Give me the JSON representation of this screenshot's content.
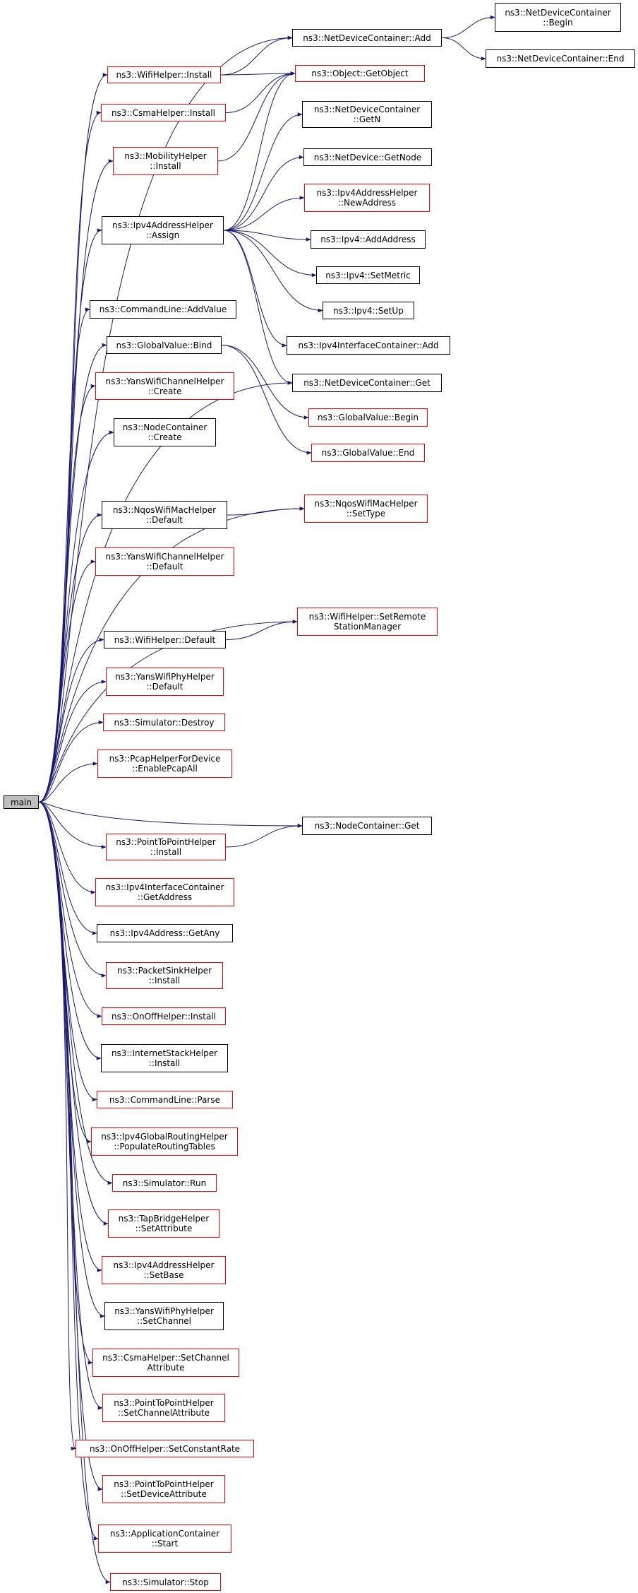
{
  "colors": {
    "edge": "#191970",
    "normal_border": "#000000",
    "error_border": "#ff0000",
    "root_fill": "#bfbfbf"
  },
  "graph": {
    "root": "main",
    "nodes": {
      "main": {
        "label": "main",
        "style": "root"
      },
      "ndc_add": {
        "label": "ns3::NetDeviceContainer::Add",
        "style": "black"
      },
      "ndc_begin": {
        "label": "ns3::NetDeviceContainer\n::Begin",
        "style": "black"
      },
      "ndc_end": {
        "label": "ns3::NetDeviceContainer::End",
        "style": "black"
      },
      "wifi_install": {
        "label": "ns3::WifiHelper::Install",
        "style": "red"
      },
      "object_getobject": {
        "label": "ns3::Object::GetObject",
        "style": "red"
      },
      "csma_install": {
        "label": "ns3::CsmaHelper::Install",
        "style": "red"
      },
      "ndc_getn": {
        "label": "ns3::NetDeviceContainer\n::GetN",
        "style": "black"
      },
      "mobility_install": {
        "label": "ns3::MobilityHelper\n::Install",
        "style": "red"
      },
      "netdevice_getnode": {
        "label": "ns3::NetDevice::GetNode",
        "style": "black"
      },
      "ipv4addr_newaddress": {
        "label": "ns3::Ipv4AddressHelper\n::NewAddress",
        "style": "red"
      },
      "ipv4addr_assign": {
        "label": "ns3::Ipv4AddressHelper\n::Assign",
        "style": "black"
      },
      "ipv4_addaddress": {
        "label": "ns3::Ipv4::AddAddress",
        "style": "black"
      },
      "ipv4_setmetric": {
        "label": "ns3::Ipv4::SetMetric",
        "style": "black"
      },
      "ipv4_setup": {
        "label": "ns3::Ipv4::SetUp",
        "style": "black"
      },
      "cmdline_addvalue": {
        "label": "ns3::CommandLine::AddValue",
        "style": "black"
      },
      "ipv4ic_add": {
        "label": "ns3::Ipv4InterfaceContainer::Add",
        "style": "black"
      },
      "globalvalue_bind": {
        "label": "ns3::GlobalValue::Bind",
        "style": "black"
      },
      "ndc_get": {
        "label": "ns3::NetDeviceContainer::Get",
        "style": "black"
      },
      "yanschannel_create": {
        "label": "ns3::YansWifiChannelHelper\n::Create",
        "style": "red"
      },
      "globalvalue_begin": {
        "label": "ns3::GlobalValue::Begin",
        "style": "red"
      },
      "nodecontainer_create": {
        "label": "ns3::NodeContainer\n::Create",
        "style": "black"
      },
      "globalvalue_end": {
        "label": "ns3::GlobalValue::End",
        "style": "red"
      },
      "nqos_default": {
        "label": "ns3::NqosWifiMacHelper\n::Default",
        "style": "black"
      },
      "nqos_settype": {
        "label": "ns3::NqosWifiMacHelper\n::SetType",
        "style": "red"
      },
      "yanschannel_default": {
        "label": "ns3::YansWifiChannelHelper\n::Default",
        "style": "red"
      },
      "wifi_default": {
        "label": "ns3::WifiHelper::Default",
        "style": "black"
      },
      "wifi_setremote": {
        "label": "ns3::WifiHelper::SetRemote\nStationManager",
        "style": "red"
      },
      "yansphy_default": {
        "label": "ns3::YansWifiPhyHelper\n::Default",
        "style": "red"
      },
      "simulator_destroy": {
        "label": "ns3::Simulator::Destroy",
        "style": "red"
      },
      "pcap_enable": {
        "label": "ns3::PcapHelperForDevice\n::EnablePcapAll",
        "style": "red"
      },
      "nodecontainer_get": {
        "label": "ns3::NodeContainer::Get",
        "style": "black"
      },
      "p2p_install": {
        "label": "ns3::PointToPointHelper\n::Install",
        "style": "red"
      },
      "ipv4ic_getaddress": {
        "label": "ns3::Ipv4InterfaceContainer\n::GetAddress",
        "style": "red"
      },
      "ipv4address_getany": {
        "label": "ns3::Ipv4Address::GetAny",
        "style": "black"
      },
      "packetsink_install": {
        "label": "ns3::PacketSinkHelper\n::Install",
        "style": "red"
      },
      "onoff_install": {
        "label": "ns3::OnOffHelper::Install",
        "style": "red"
      },
      "internetstack_install": {
        "label": "ns3::InternetStackHelper\n::Install",
        "style": "black"
      },
      "cmdline_parse": {
        "label": "ns3::CommandLine::Parse",
        "style": "red"
      },
      "ipv4global_populate": {
        "label": "ns3::Ipv4GlobalRoutingHelper\n::PopulateRoutingTables",
        "style": "red"
      },
      "simulator_run": {
        "label": "ns3::Simulator::Run",
        "style": "red"
      },
      "tapbridge_setattribute": {
        "label": "ns3::TapBridgeHelper\n::SetAttribute",
        "style": "red"
      },
      "ipv4addr_setbase": {
        "label": "ns3::Ipv4AddressHelper\n::SetBase",
        "style": "red"
      },
      "yansphy_setchannel": {
        "label": "ns3::YansWifiPhyHelper\n::SetChannel",
        "style": "black"
      },
      "csma_setchannelattr": {
        "label": "ns3::CsmaHelper::SetChannel\nAttribute",
        "style": "red"
      },
      "p2p_setchannelattr": {
        "label": "ns3::PointToPointHelper\n::SetChannelAttribute",
        "style": "red"
      },
      "onoff_setconstantrate": {
        "label": "ns3::OnOffHelper::SetConstantRate",
        "style": "red"
      },
      "p2p_setdeviceattr": {
        "label": "ns3::PointToPointHelper\n::SetDeviceAttribute",
        "style": "red"
      },
      "appcontainer_start": {
        "label": "ns3::ApplicationContainer\n::Start",
        "style": "red"
      },
      "simulator_stop": {
        "label": "ns3::Simulator::Stop",
        "style": "red"
      }
    },
    "edges": [
      [
        "main",
        "ndc_add"
      ],
      [
        "main",
        "wifi_install"
      ],
      [
        "main",
        "csma_install"
      ],
      [
        "main",
        "mobility_install"
      ],
      [
        "main",
        "ipv4addr_assign"
      ],
      [
        "main",
        "ndc_get"
      ],
      [
        "main",
        "cmdline_addvalue"
      ],
      [
        "main",
        "globalvalue_bind"
      ],
      [
        "main",
        "yanschannel_create"
      ],
      [
        "main",
        "nodecontainer_create"
      ],
      [
        "main",
        "nqos_settype"
      ],
      [
        "main",
        "nqos_default"
      ],
      [
        "main",
        "yanschannel_default"
      ],
      [
        "main",
        "wifi_setremote"
      ],
      [
        "main",
        "wifi_default"
      ],
      [
        "main",
        "yansphy_default"
      ],
      [
        "main",
        "simulator_destroy"
      ],
      [
        "main",
        "pcap_enable"
      ],
      [
        "main",
        "nodecontainer_get"
      ],
      [
        "main",
        "p2p_install"
      ],
      [
        "main",
        "ipv4ic_getaddress"
      ],
      [
        "main",
        "ipv4address_getany"
      ],
      [
        "main",
        "packetsink_install"
      ],
      [
        "main",
        "onoff_install"
      ],
      [
        "main",
        "internetstack_install"
      ],
      [
        "main",
        "cmdline_parse"
      ],
      [
        "main",
        "ipv4global_populate"
      ],
      [
        "main",
        "simulator_run"
      ],
      [
        "main",
        "tapbridge_setattribute"
      ],
      [
        "main",
        "ipv4addr_setbase"
      ],
      [
        "main",
        "yansphy_setchannel"
      ],
      [
        "main",
        "csma_setchannelattr"
      ],
      [
        "main",
        "p2p_setchannelattr"
      ],
      [
        "main",
        "onoff_setconstantrate"
      ],
      [
        "main",
        "p2p_setdeviceattr"
      ],
      [
        "main",
        "appcontainer_start"
      ],
      [
        "main",
        "simulator_stop"
      ],
      [
        "ndc_add",
        "ndc_begin"
      ],
      [
        "ndc_add",
        "ndc_end"
      ],
      [
        "wifi_install",
        "ndc_add"
      ],
      [
        "wifi_install",
        "object_getobject"
      ],
      [
        "csma_install",
        "object_getobject"
      ],
      [
        "mobility_install",
        "object_getobject"
      ],
      [
        "ipv4addr_assign",
        "object_getobject"
      ],
      [
        "ipv4addr_assign",
        "ndc_getn"
      ],
      [
        "ipv4addr_assign",
        "netdevice_getnode"
      ],
      [
        "ipv4addr_assign",
        "ipv4addr_newaddress"
      ],
      [
        "ipv4addr_assign",
        "ipv4_addaddress"
      ],
      [
        "ipv4addr_assign",
        "ipv4_setmetric"
      ],
      [
        "ipv4addr_assign",
        "ipv4_setup"
      ],
      [
        "ipv4addr_assign",
        "ipv4ic_add"
      ],
      [
        "ipv4addr_assign",
        "ndc_get"
      ],
      [
        "globalvalue_bind",
        "globalvalue_begin"
      ],
      [
        "globalvalue_bind",
        "globalvalue_end"
      ],
      [
        "nqos_default",
        "nqos_settype"
      ],
      [
        "wifi_default",
        "wifi_setremote"
      ],
      [
        "p2p_install",
        "nodecontainer_get"
      ]
    ]
  }
}
